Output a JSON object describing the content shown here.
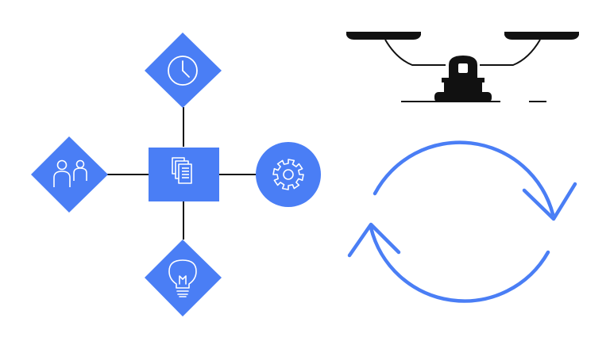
{
  "palette": {
    "accent": "#4a7ef5",
    "stroke": "#111111",
    "icon_line": "#ffffff",
    "background": "#ffffff"
  },
  "hub": {
    "center_icon": "document-icon",
    "nodes": [
      {
        "shape": "diamond",
        "icon": "clock-icon"
      },
      {
        "shape": "diamond",
        "icon": "users-icon"
      },
      {
        "shape": "circle",
        "icon": "gear-icon"
      },
      {
        "shape": "diamond",
        "icon": "lightbulb-icon"
      }
    ]
  },
  "balance": {
    "icon": "seesaw-balance-icon"
  },
  "cycle": {
    "icon": "refresh-cycle-icon"
  }
}
